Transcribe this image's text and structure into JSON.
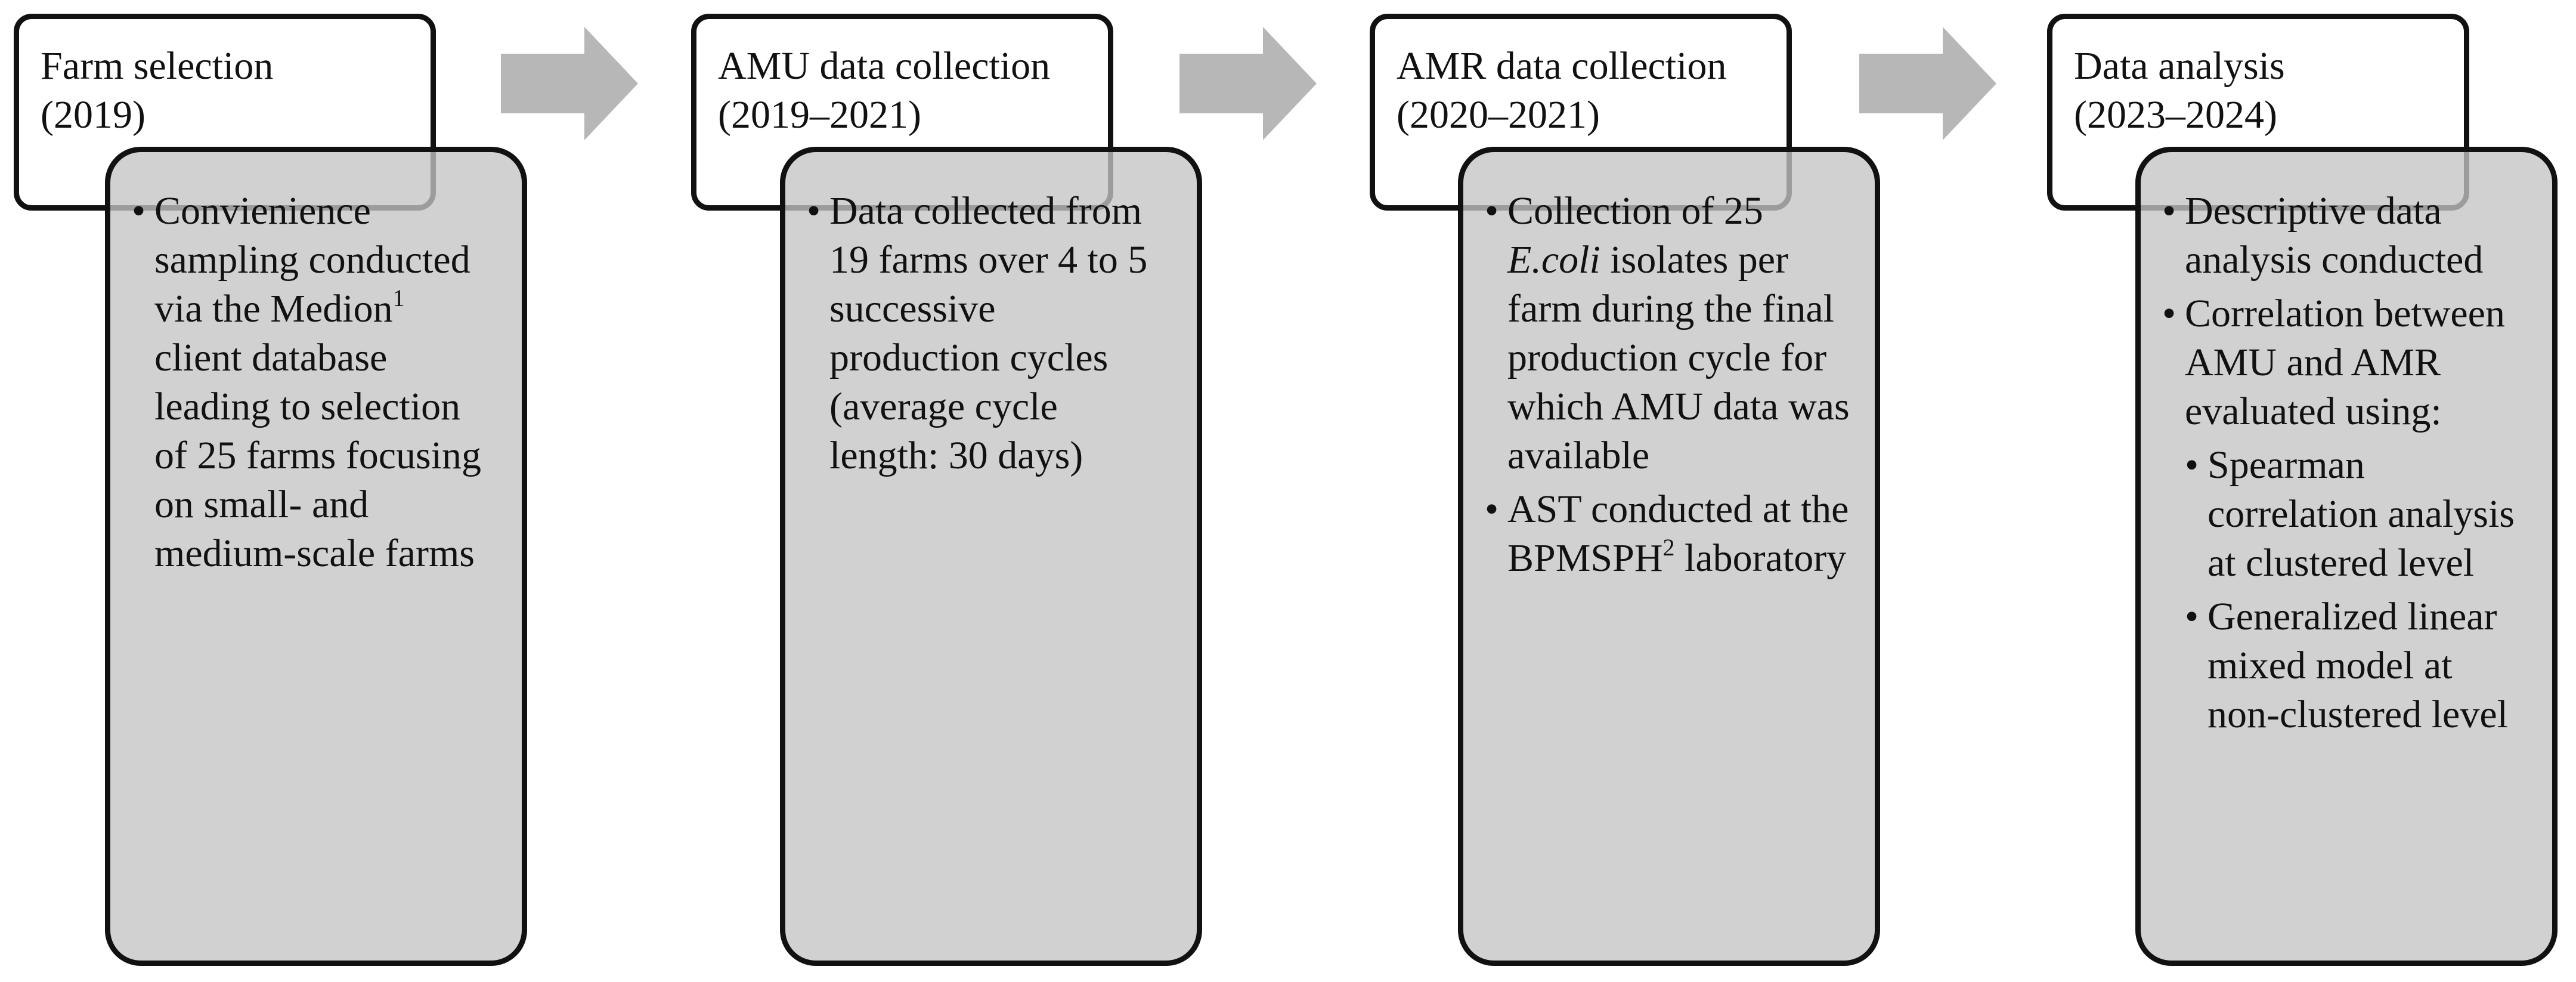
{
  "colors": {
    "box_fill": "#c4c4c4",
    "border": "#111111",
    "arrow": "#b7b7b7"
  },
  "stages": [
    {
      "title_line1": "Farm selection",
      "title_line2": "(2019)",
      "bullet1": {
        "pre": "Convienience sampling conducted via the Medion",
        "sup": "1",
        "post": " client database leading to selection of 25 farms focusing on small- and medium-scale farms"
      }
    },
    {
      "title_line1": "AMU data collection",
      "title_line2": "(2019–2021)",
      "bullet1": "Data collected from 19 farms over 4 to 5 successive production cycles (average cycle length: 30 days)"
    },
    {
      "title_line1": "AMR data collection",
      "title_line2": "(2020–2021)",
      "bullet1": {
        "pre": "Collection of 25 ",
        "italic": "E.coli",
        "post": " isolates per farm during the final production cycle for which AMU data was available"
      },
      "bullet2": {
        "pre": "AST conducted at the BPMSPH",
        "sup": "2",
        "post": " laboratory"
      }
    },
    {
      "title_line1": "Data analysis",
      "title_line2": "(2023–2024)",
      "bullet1": "Descriptive data analysis conducted",
      "bullet2": "Correlation between AMU and AMR evaluated using:",
      "sub1": "Spearman correlation analysis at clustered level",
      "sub2": "Generalized linear mixed model at non-clustered level"
    }
  ],
  "arrows": [
    "arrow-right-icon",
    "arrow-right-icon",
    "arrow-right-icon"
  ]
}
